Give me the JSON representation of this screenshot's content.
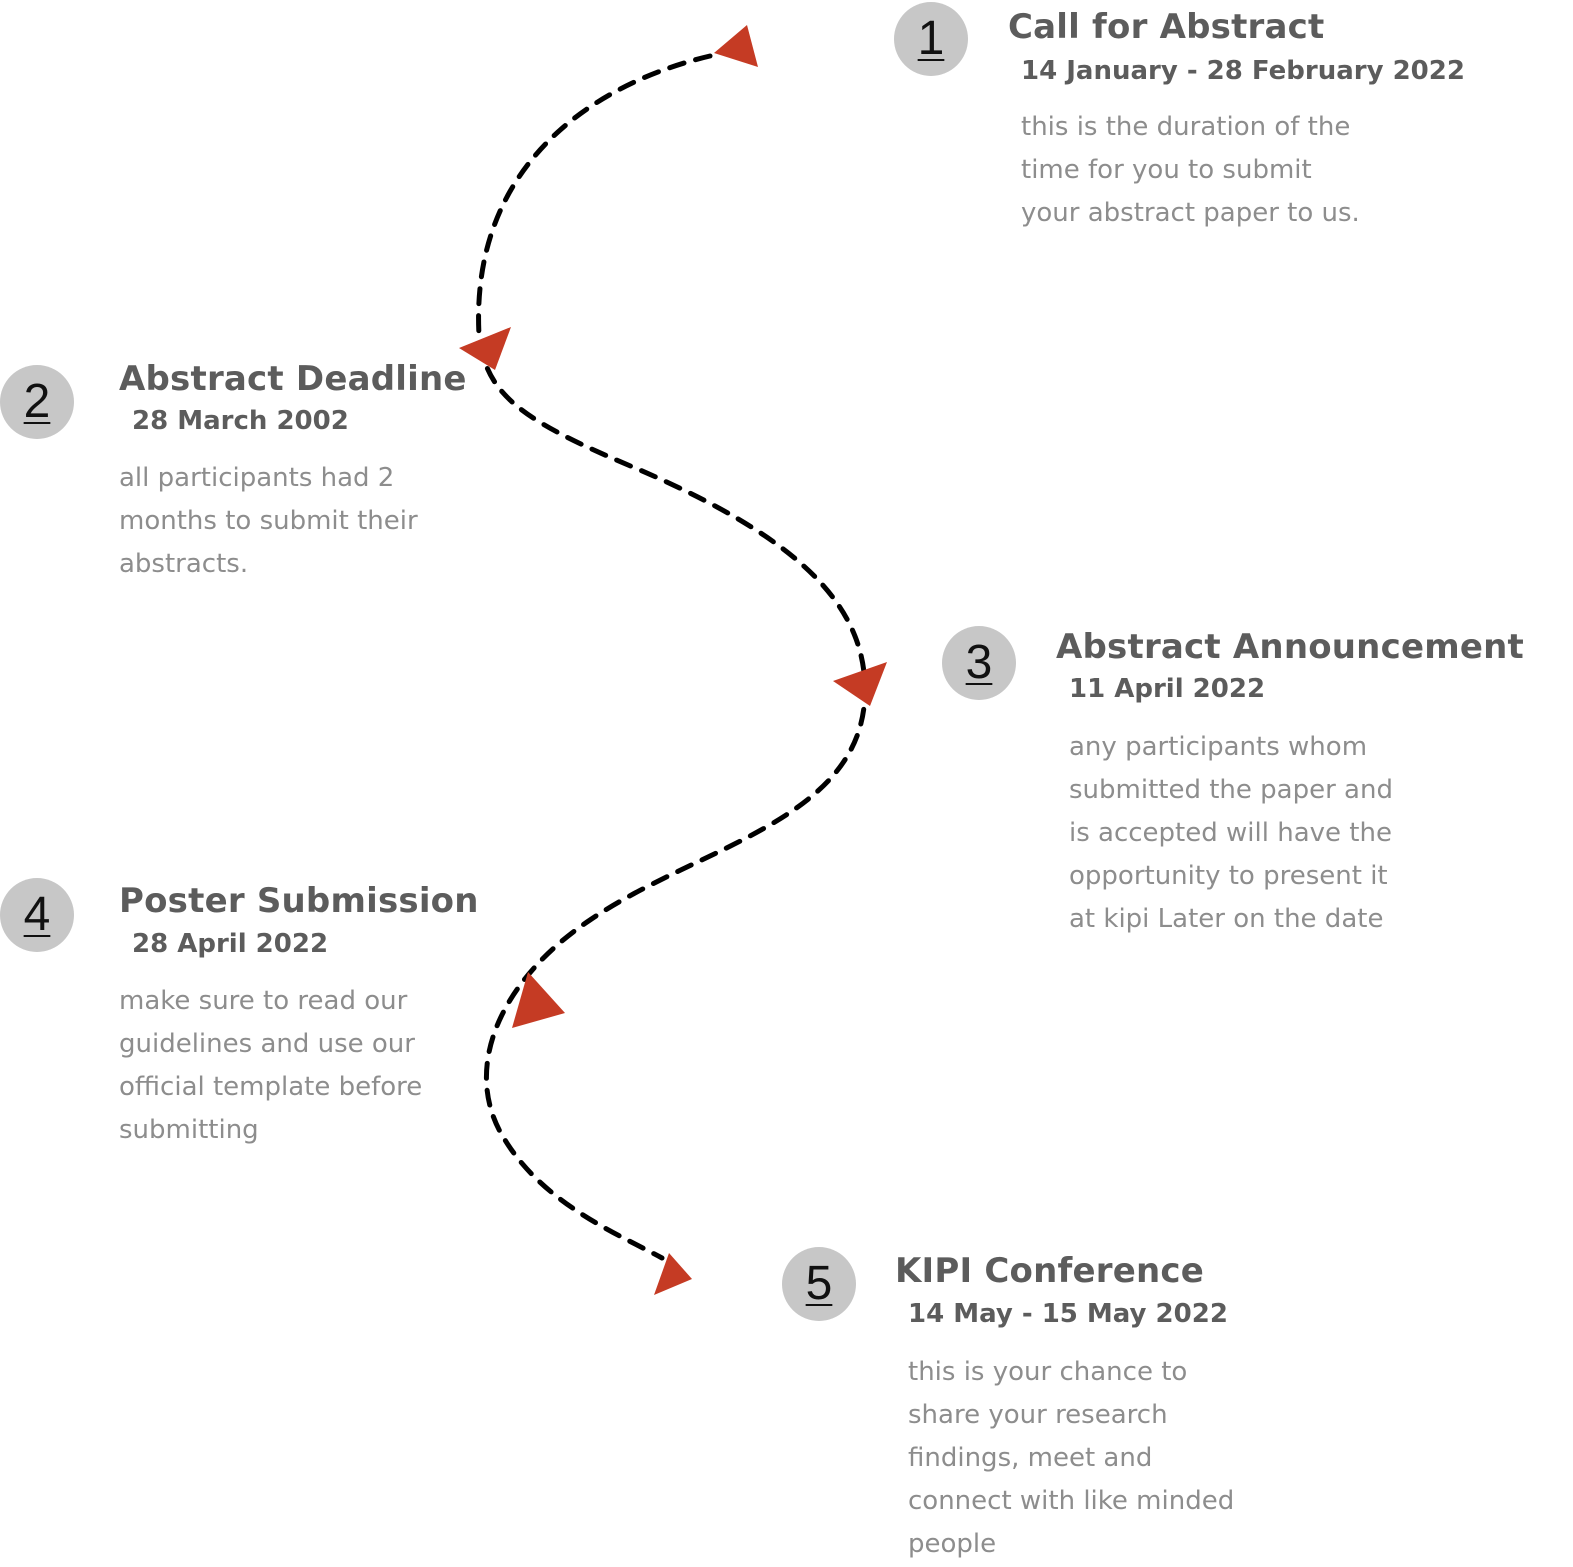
{
  "colors": {
    "circle": "#c7c7c7",
    "arrow": "#c53b24",
    "path": "#000000",
    "title": "#5c5c5c",
    "description": "#8d8d8d"
  },
  "steps": [
    {
      "number": "1",
      "title": "Call for Abstract",
      "date": "14 January - 28 February 2022",
      "description": [
        "this is the duration of the",
        "time for you to submit",
        "your abstract paper to us."
      ]
    },
    {
      "number": "2",
      "title": "Abstract Deadline",
      "date": "28 March 2002",
      "description": [
        "all participants had 2",
        "months to submit their",
        "abstracts."
      ]
    },
    {
      "number": "3",
      "title": "Abstract Announcement",
      "date": "11 April 2022",
      "description": [
        "any participants whom",
        "submitted the paper and",
        "is accepted will have the",
        "opportunity to present it",
        "at kipi Later on the date"
      ]
    },
    {
      "number": "4",
      "title": "Poster Submission",
      "date": "28 April 2022",
      "description": [
        "make sure to read our",
        "guidelines and use our",
        "official template before",
        "submitting"
      ]
    },
    {
      "number": "5",
      "title": "KIPI Conference",
      "date": "14 May - 15 May 2022",
      "description": [
        "this is your chance to",
        "share your research",
        "findings, meet and",
        "connect with like minded",
        "people"
      ]
    }
  ]
}
